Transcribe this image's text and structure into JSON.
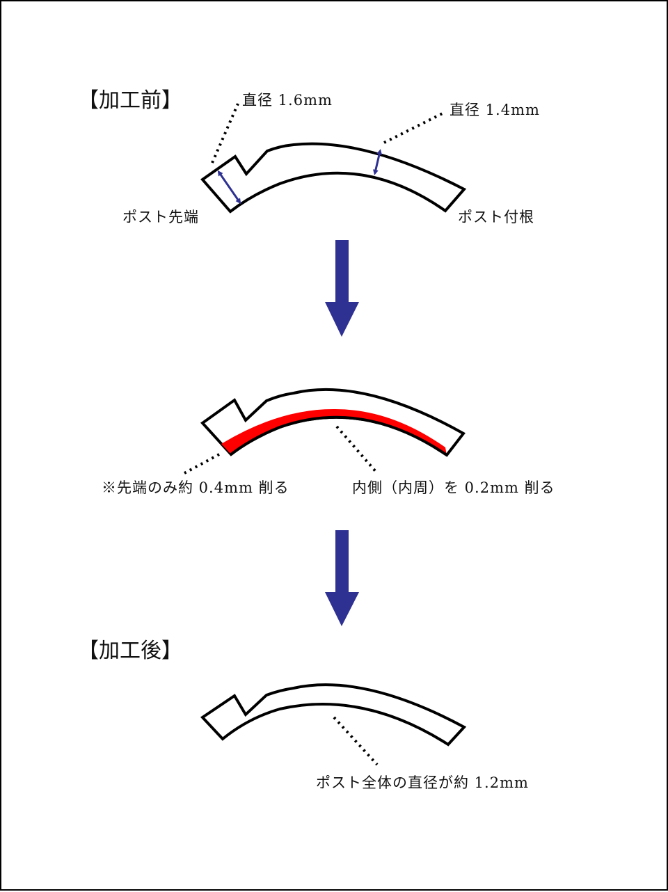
{
  "colors": {
    "arrow": "#2e3192",
    "dim_arrow": "#2e3192",
    "outline": "#000000",
    "removed": "#ff0000",
    "background": "#ffffff"
  },
  "stage_before": {
    "heading": "【加工前】",
    "label_diameter_tip": "直径 1.6mm",
    "label_diameter_base": "直径 1.4mm",
    "label_tip": "ポスト先端",
    "label_base": "ポスト付根"
  },
  "stage_process": {
    "label_tip_cut": "※先端のみ約 0.4mm 削る",
    "label_inner_cut": "内側（内周）を 0.2mm 削る"
  },
  "stage_after": {
    "heading": "【加工後】",
    "label_result": "ポスト全体の直径が約 1.2mm"
  },
  "flow_arrows": [
    {
      "direction": "down",
      "icon": "arrow-down-icon"
    },
    {
      "direction": "down",
      "icon": "arrow-down-icon"
    }
  ]
}
